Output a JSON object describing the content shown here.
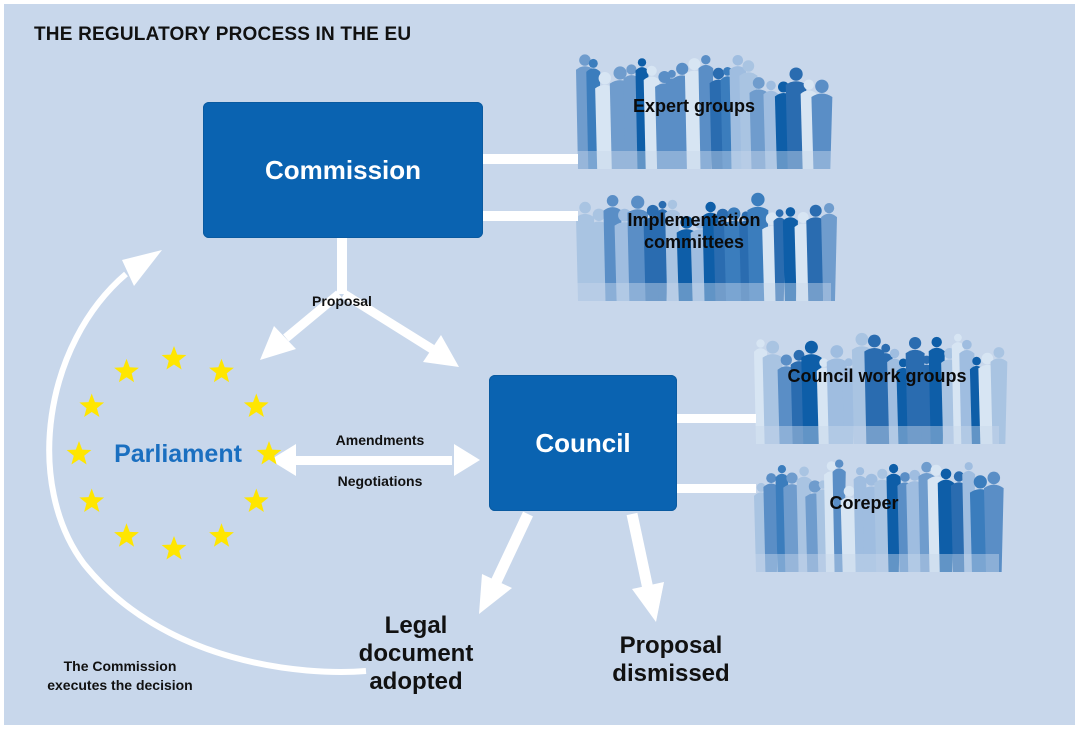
{
  "title": "THE REGULATORY PROCESS IN THE EU",
  "nodes": {
    "commission": "Commission",
    "council": "Council",
    "parliament": "Parliament"
  },
  "groups": {
    "expert_groups": "Expert groups",
    "implementation_committees": "Implementation committees",
    "council_work_groups": "Council work groups",
    "coreper": "Coreper"
  },
  "edges": {
    "proposal": "Proposal",
    "amendments": "Amendments",
    "negotiations": "Negotiations",
    "commission_executes": "The Commission executes the decision"
  },
  "outcomes": {
    "legal_adopted": "Legal document adopted",
    "proposal_dismissed": "Proposal dismissed"
  },
  "colors": {
    "background": "#c8d7eb",
    "box": "#0a63b1",
    "parliament_text": "#1a6fc0",
    "stars": "#ffe600",
    "arrows": "#ffffff"
  }
}
